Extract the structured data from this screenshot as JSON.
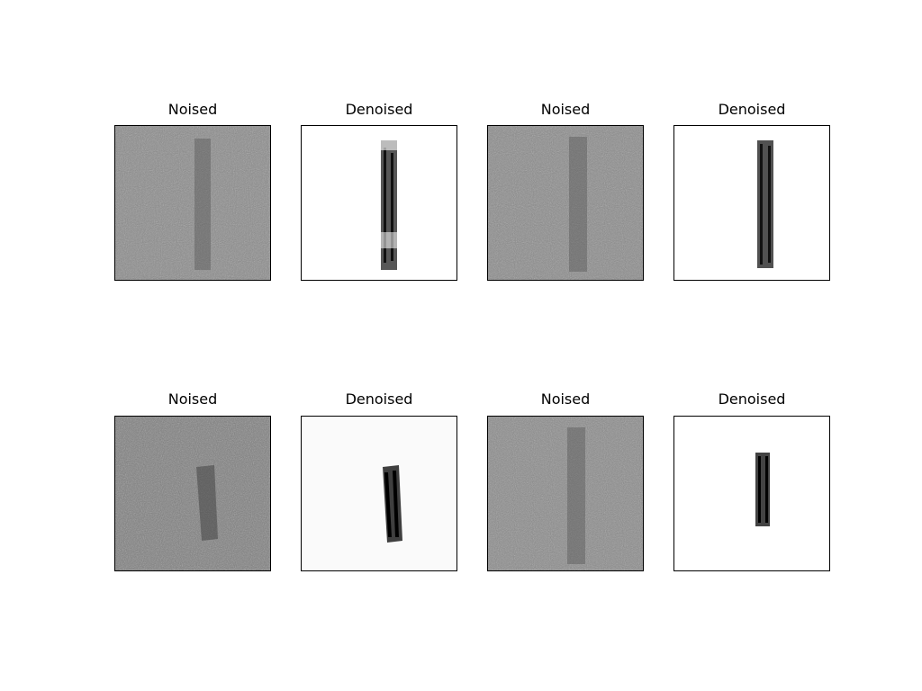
{
  "figure": {
    "panels": [
      {
        "title": "Noised",
        "kind": "noised"
      },
      {
        "title": "Denoised",
        "kind": "denoised"
      },
      {
        "title": "Noised",
        "kind": "noised"
      },
      {
        "title": "Denoised",
        "kind": "denoised"
      },
      {
        "title": "Noised",
        "kind": "noised"
      },
      {
        "title": "Denoised",
        "kind": "denoised"
      },
      {
        "title": "Noised",
        "kind": "noised"
      },
      {
        "title": "Denoised",
        "kind": "denoised"
      }
    ]
  },
  "colors": {
    "noise_background": "#8a8a8a",
    "denoised_background": "#ffffff",
    "stroke_dark": "#202020"
  }
}
